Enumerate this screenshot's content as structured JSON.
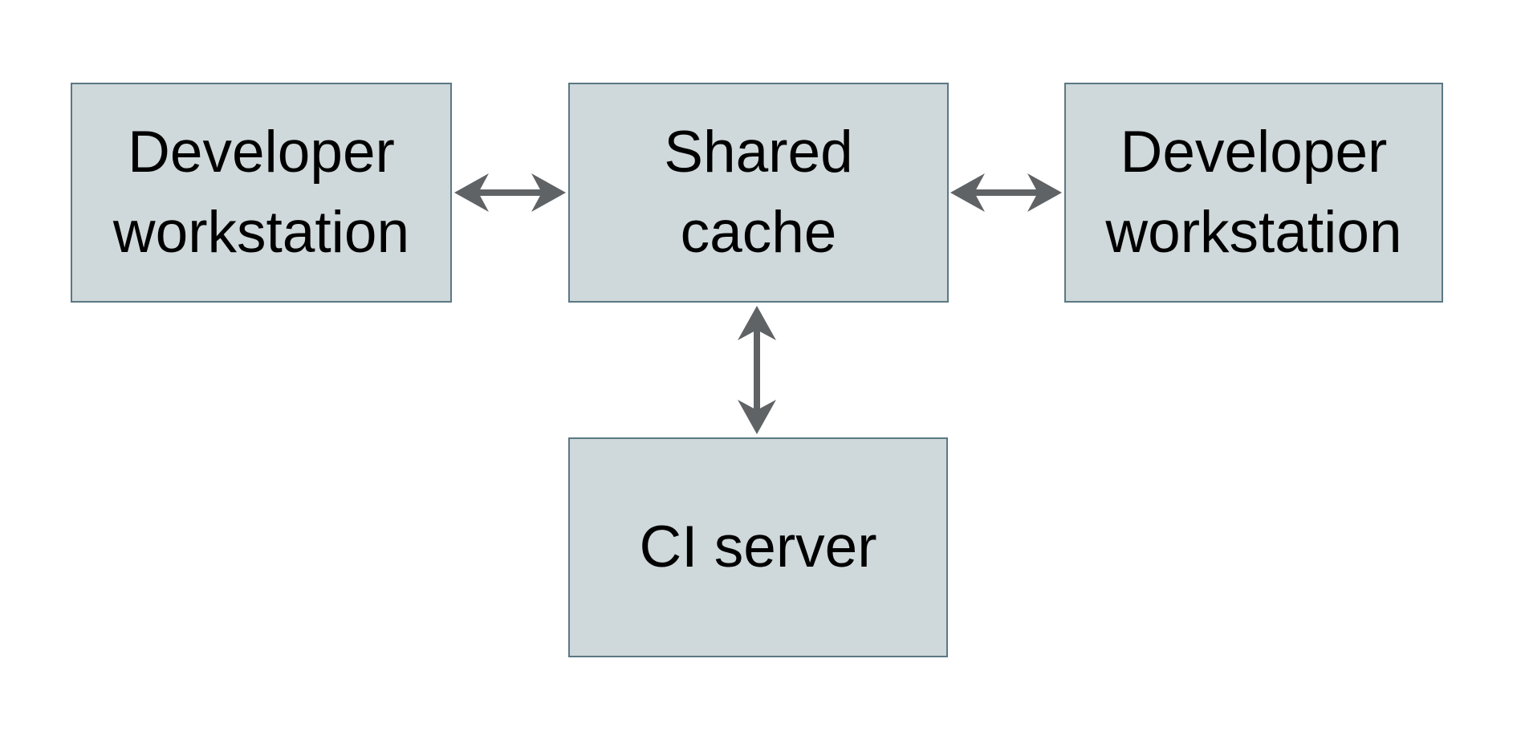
{
  "diagram": {
    "type": "architecture-diagram",
    "colors": {
      "background": "#ffffff",
      "node_fill": "#cfd8da",
      "node_border": "#5b7884",
      "arrow": "#5f6366",
      "text": "#000000"
    },
    "nodes": [
      {
        "id": "developer-workstation-left",
        "label": "Developer\nworkstation"
      },
      {
        "id": "shared-cache",
        "label": "Shared\ncache"
      },
      {
        "id": "developer-workstation-right",
        "label": "Developer\nworkstation"
      },
      {
        "id": "ci-server",
        "label": "CI server"
      }
    ],
    "edges": [
      {
        "from": "developer-workstation-left",
        "to": "shared-cache",
        "direction": "bidirectional"
      },
      {
        "from": "shared-cache",
        "to": "developer-workstation-right",
        "direction": "bidirectional"
      },
      {
        "from": "shared-cache",
        "to": "ci-server",
        "direction": "bidirectional"
      }
    ]
  }
}
